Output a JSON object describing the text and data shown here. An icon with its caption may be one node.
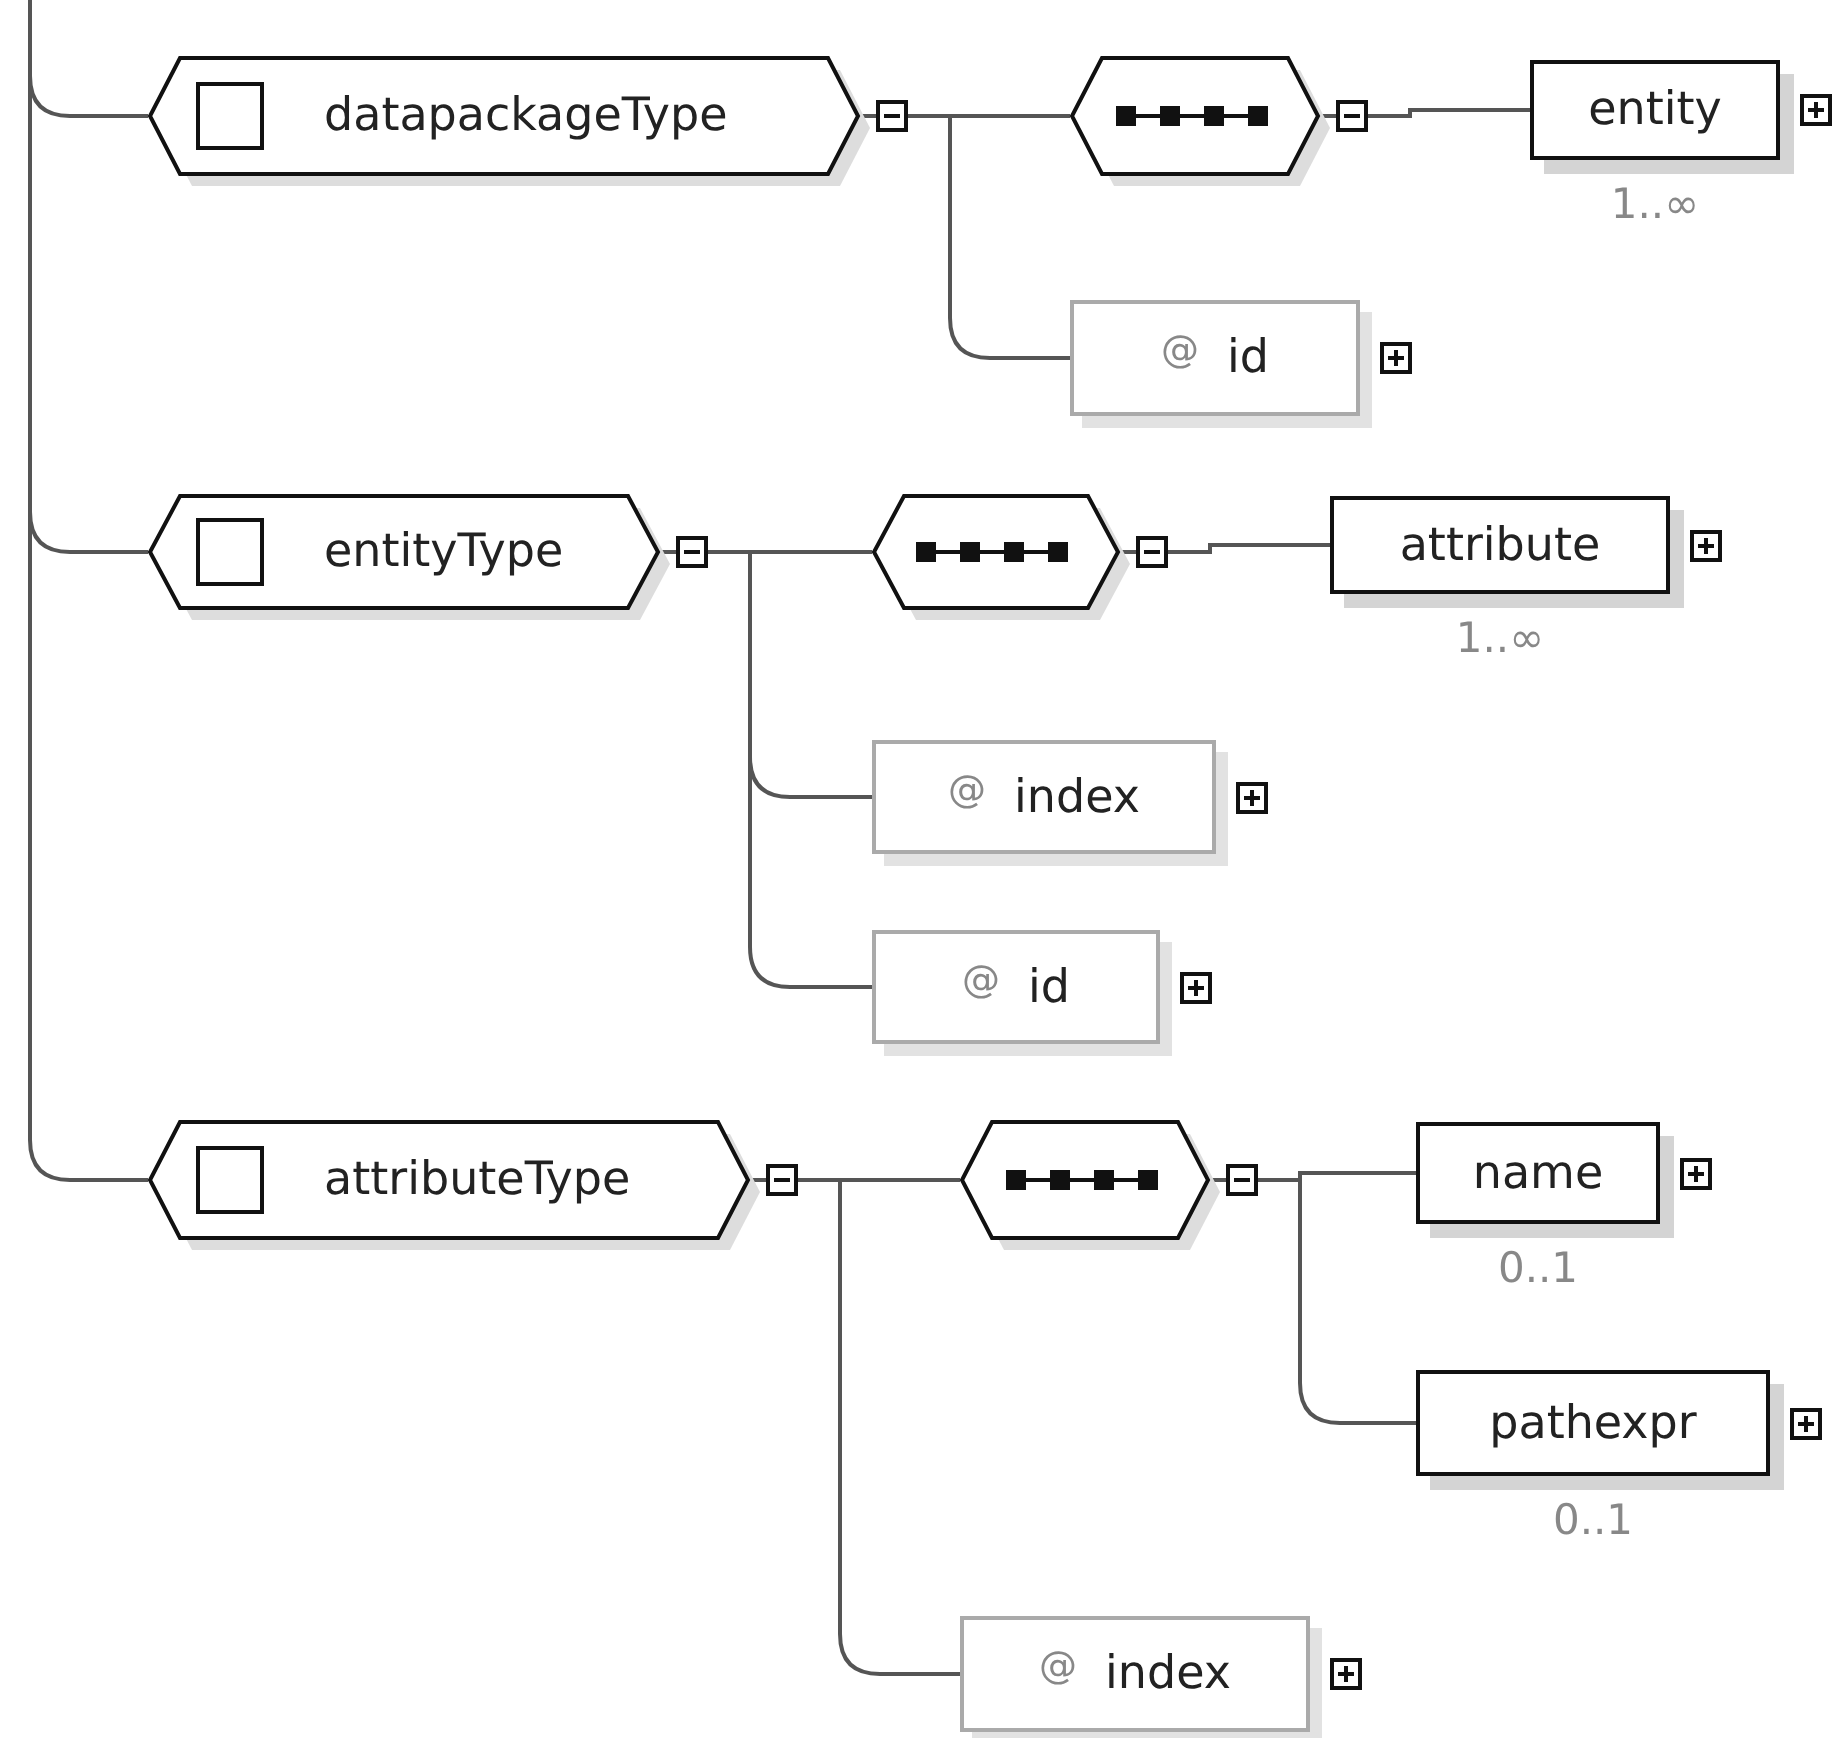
{
  "diagram": {
    "nodes": [
      {
        "text": [
          "datapackageType"
        ]
      },
      {
        "text": [],
        "shape": "octagon"
      },
      {
        "text": [
          "entity"
        ],
        "beside": [
          "1..∞"
        ]
      },
      {
        "text": [
          "@",
          "id"
        ]
      },
      {
        "text": [
          "entityType"
        ]
      },
      {
        "text": [],
        "shape": "octagon"
      },
      {
        "text": [
          "attribute"
        ],
        "beside": [
          "1..∞"
        ]
      },
      {
        "text": [
          "@",
          "index"
        ]
      },
      {
        "text": [
          "@",
          "id"
        ]
      },
      {
        "text": [
          "attributeType"
        ]
      },
      {
        "text": [],
        "shape": "octagon"
      },
      {
        "text": [
          "name"
        ],
        "beside": [
          "0..1"
        ]
      },
      {
        "text": [
          "pathexpr"
        ],
        "beside": [
          "0..1"
        ]
      },
      {
        "text": [
          "@",
          "index"
        ]
      }
    ],
    "edges": [
      {
        "from": null,
        "to": 0,
        "arrow": "none"
      },
      {
        "from": null,
        "to": 4,
        "arrow": "none"
      },
      {
        "from": null,
        "to": 9,
        "arrow": "none"
      },
      {
        "from": 0,
        "to": 1,
        "arrow": "none"
      },
      {
        "from": 0,
        "to": 3,
        "arrow": "none"
      },
      {
        "from": 1,
        "to": 2,
        "arrow": "none"
      },
      {
        "from": 4,
        "to": 5,
        "arrow": "none"
      },
      {
        "from": 4,
        "to": 7,
        "arrow": "none"
      },
      {
        "from": 4,
        "to": 8,
        "arrow": "none"
      },
      {
        "from": 5,
        "to": 6,
        "arrow": "none"
      },
      {
        "from": 9,
        "to": 10,
        "arrow": "none"
      },
      {
        "from": 9,
        "to": 13,
        "arrow": "none"
      },
      {
        "from": 10,
        "to": 11,
        "arrow": "none"
      },
      {
        "from": 10,
        "to": 12,
        "arrow": "none"
      }
    ]
  }
}
